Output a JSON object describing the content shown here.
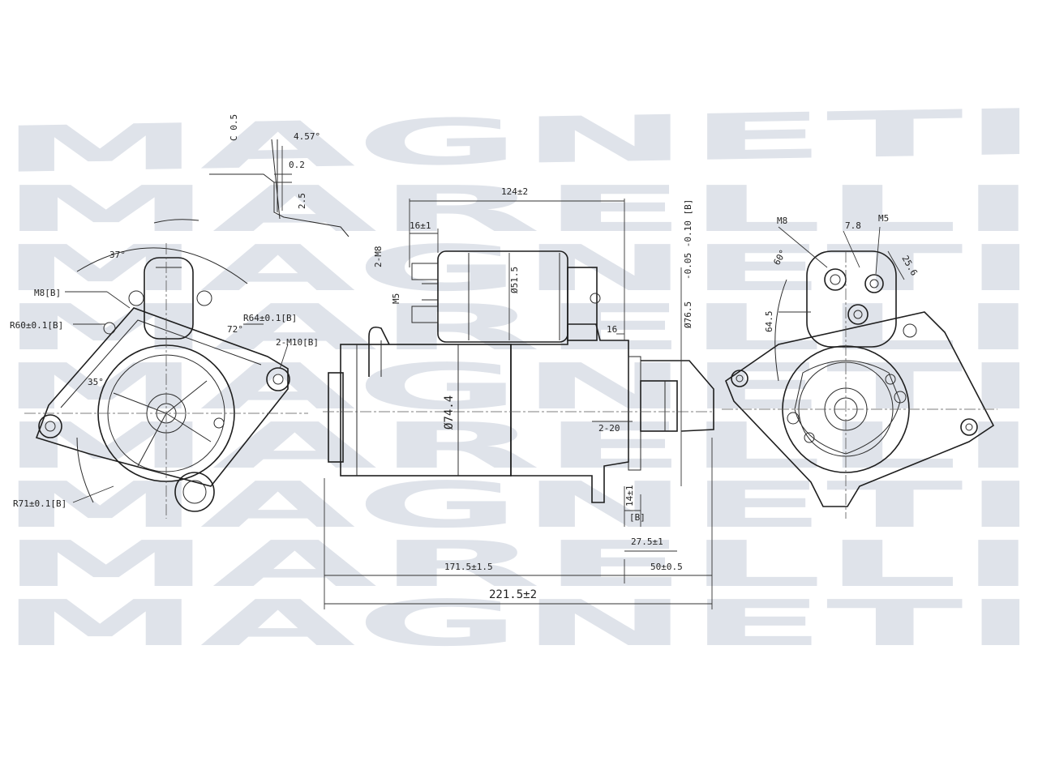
{
  "watermark": {
    "word_top": "MAGNETI",
    "word_bottom": "MARELLI"
  },
  "front_view": {
    "angle_top": "37°",
    "label_m8": "M8[B]",
    "label_r60": "R60±0.1[B]",
    "angle_72": "72°",
    "label_r64": "R64±0.1[B]",
    "label_2m10": "2-M10[B]",
    "angle_35": "35°",
    "label_r71": "R71±0.1[B]"
  },
  "detail": {
    "angle": "4.57°",
    "note": "C 0.5",
    "dim_02": "0.2",
    "dim_25": "2.5"
  },
  "side_view": {
    "dim_124": "124±2",
    "dim_16top": "16±1",
    "label_2m8": "2-M8",
    "label_m5": "M5",
    "dim_515": "Ø51.5",
    "dim_765": "Ø76.5",
    "dim_765_tol": "-0.05 -0.10 [B]",
    "dim_16": "16",
    "dim_744": "Ø74.4",
    "dim_220": "2-20",
    "dim_14": "14±1",
    "dim_b": "[B]",
    "dim_275": "27.5±1",
    "dim_1715": "171.5±1.5",
    "dim_505": "50±0.5",
    "dim_2215": "221.5±2"
  },
  "rear_view": {
    "label_m8": "M8",
    "dim_78": "7.8",
    "label_m5": "M5",
    "angle_60": "60°",
    "dim_256": "25.6",
    "dim_645": "64.5"
  }
}
